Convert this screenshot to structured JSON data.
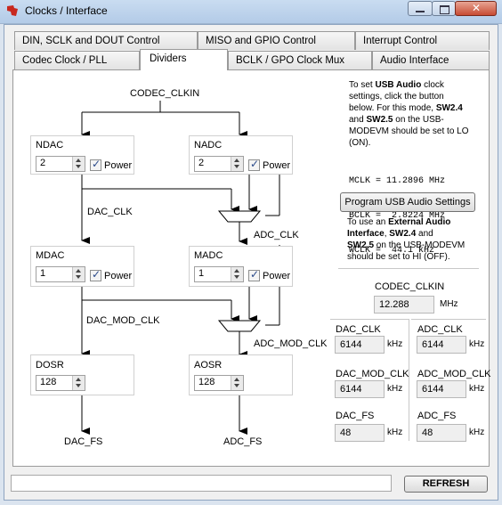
{
  "window": {
    "title": "Clocks / Interface"
  },
  "tabs": {
    "row1": [
      "DIN, SCLK and DOUT Control",
      "MISO and GPIO Control",
      "Interrupt Control"
    ],
    "row2": [
      "Codec Clock / PLL",
      "Dividers",
      "BCLK / GPO Clock Mux",
      "Audio Interface"
    ],
    "active": "Dividers"
  },
  "diagram": {
    "codec_clkin": "CODEC_CLKIN",
    "dac_clk": "DAC_CLK",
    "adc_clk": "ADC_CLK",
    "dac_mod_clk": "DAC_MOD_CLK",
    "adc_mod_clk": "ADC_MOD_CLK",
    "dac_fs": "DAC_FS",
    "adc_fs": "ADC_FS",
    "power_label": "Power",
    "ndac": {
      "label": "NDAC",
      "value": "2",
      "power": true
    },
    "nadc": {
      "label": "NADC",
      "value": "2",
      "power": true
    },
    "mdac": {
      "label": "MDAC",
      "value": "1",
      "power": true
    },
    "madc": {
      "label": "MADC",
      "value": "1",
      "power": true
    },
    "dosr": {
      "label": "DOSR",
      "value": "128"
    },
    "aosr": {
      "label": "AOSR",
      "value": "128"
    }
  },
  "usb": {
    "line1a": "To set ",
    "line1b": "USB Audio",
    "line1c": " clock",
    "line2": "settings, click the button",
    "line3a": "below. For this mode, ",
    "line3b": "SW2.4",
    "line4a": "and ",
    "line4b": "SW2.5",
    "line4c": " on the USB-",
    "line5": "MODEVM should be set to LO",
    "line6": "(ON).",
    "mclk": "MCLK = 11.2896 MHz",
    "bclk": "BCLK =  2.8224 MHz",
    "wclk": "WCLK =  44.1 kHz",
    "program_button": "Program USB Audio Settings",
    "ext1a": "To use an ",
    "ext1b": "External Audio",
    "ext2a": "Interface",
    "ext2b": ", ",
    "ext2c": "SW2.4",
    "ext2d": " and",
    "ext3a": "SW2.5",
    "ext3b": " on the USB-MODEVM",
    "ext4": "should be set to HI (OFF)."
  },
  "readouts": {
    "codec_clkin_label": "CODEC_CLKIN",
    "codec_clkin_value": "12.288",
    "mhz": "MHz",
    "khz": "kHz",
    "dac_clk_label": "DAC_CLK",
    "dac_clk_value": "6144",
    "adc_clk_label": "ADC_CLK",
    "adc_clk_value": "6144",
    "dac_mod_clk_label": "DAC_MOD_CLK",
    "dac_mod_clk_value": "6144",
    "adc_mod_clk_label": "ADC_MOD_CLK",
    "adc_mod_clk_value": "6144",
    "dac_fs_label": "DAC_FS",
    "dac_fs_value": "48",
    "adc_fs_label": "ADC_FS",
    "adc_fs_value": "48"
  },
  "footer": {
    "status": "",
    "refresh_button": "REFRESH"
  }
}
